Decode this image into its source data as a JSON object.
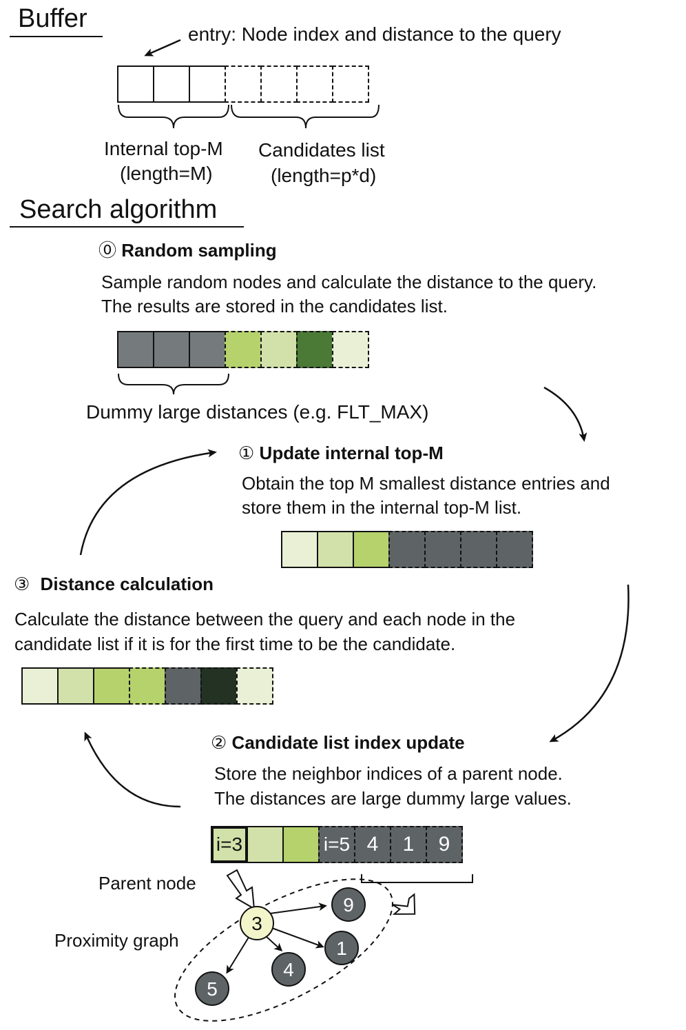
{
  "buffer": {
    "heading": "Buffer",
    "entry_note": "entry: Node index and distance to the query",
    "internal_label": "Internal top-M",
    "internal_len": "(length=M)",
    "candidates_label": "Candidates list",
    "candidates_len": "(length=p*d)"
  },
  "search": {
    "heading": "Search algorithm",
    "step0": {
      "num": "⓪",
      "title": "Random sampling",
      "line1": "Sample random nodes and calculate the distance to the query.",
      "line2": "The results are stored in the candidates list.",
      "dummy_note": "Dummy large distances (e.g. FLT_MAX)"
    },
    "step1": {
      "num": "①",
      "title": "Update internal top-M",
      "line1": "Obtain the top M smallest distance entries and",
      "line2": "store them in the internal top-M list."
    },
    "step3": {
      "num": "③",
      "title": "Distance calculation",
      "line1": "Calculate the distance between the query and each node in the",
      "line2": "candidate list if it is for the first time to be the candidate."
    },
    "step2": {
      "num": "②",
      "title": "Candidate list index update",
      "line1": "Store the neighbor indices of a parent node.",
      "line2": "The distances are large dummy large values.",
      "cells": [
        "i=3",
        "",
        "",
        "i=5",
        "4",
        "1",
        "9"
      ],
      "parent_label": "Parent node",
      "graph_label": "Proximity graph",
      "graph_nodes": [
        "3",
        "9",
        "1",
        "4",
        "5"
      ]
    }
  },
  "colors": {
    "gray": "#757b7c",
    "dark_gray": "#5e6466",
    "green_light": "#e9f0d5",
    "green_mid": "#d1e1a9",
    "green": "#b5d26d",
    "green_dark": "#4a7a35",
    "green_darkest": "#233223",
    "node_parent": "#f1f5c9"
  }
}
